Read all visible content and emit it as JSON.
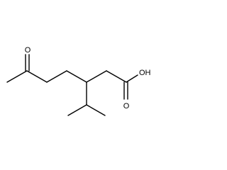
{
  "molecule": {
    "atoms": {
      "ketone_oxygen": "O",
      "acid_hydroxyl": "OH",
      "acid_carbonyl_oxygen": "O"
    }
  }
}
